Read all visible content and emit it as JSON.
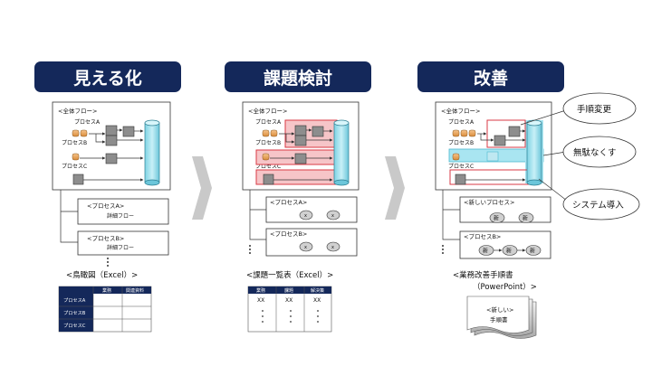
{
  "columns": [
    {
      "title": "見える化",
      "flow": {
        "label": "<全体フロー>",
        "processes": [
          "プロセスA",
          "プロセスB",
          "プロセスC"
        ]
      },
      "detail_boxes": [
        {
          "title": "<プロセスA>",
          "text": "詳細フロー"
        },
        {
          "title": "<プロセスB>",
          "text": "詳細フロー"
        }
      ],
      "output_label": "<鳥瞰図（Excel）>",
      "table": {
        "headers": [
          "業務",
          "関連資料"
        ],
        "rows": [
          "プロセスA",
          "プロセスB",
          "プロセスC"
        ]
      }
    },
    {
      "title": "課題検討",
      "flow": {
        "label": "<全体フロー>",
        "processes": [
          "プロセスA",
          "プロセスB",
          "プロセスC"
        ]
      },
      "detail_boxes": [
        {
          "title": "<プロセスA>"
        },
        {
          "title": "<プロセスB>"
        }
      ],
      "output_label": "<課題一覧表（Excel）>",
      "table": {
        "headers": [
          "業務",
          "課題",
          "解決策"
        ],
        "first_row": [
          "XX",
          "XX",
          "XX"
        ]
      }
    },
    {
      "title": "改善",
      "flow": {
        "label": "<全体フロー>",
        "processes": [
          "プロセスA",
          "プロセスB",
          "プロセスC"
        ]
      },
      "detail_boxes": [
        {
          "title": "<新しいプロセス>",
          "node": "新"
        },
        {
          "title": "<プロセスB>",
          "node": "新"
        }
      ],
      "output_label_line1": "<業務改善手順書",
      "output_label_line2": "（PowerPoint）>",
      "doc_title": "<新しい>",
      "doc_sub": "手順書",
      "callouts": [
        "手順変更",
        "無駄なくす",
        "システム導入"
      ]
    }
  ]
}
